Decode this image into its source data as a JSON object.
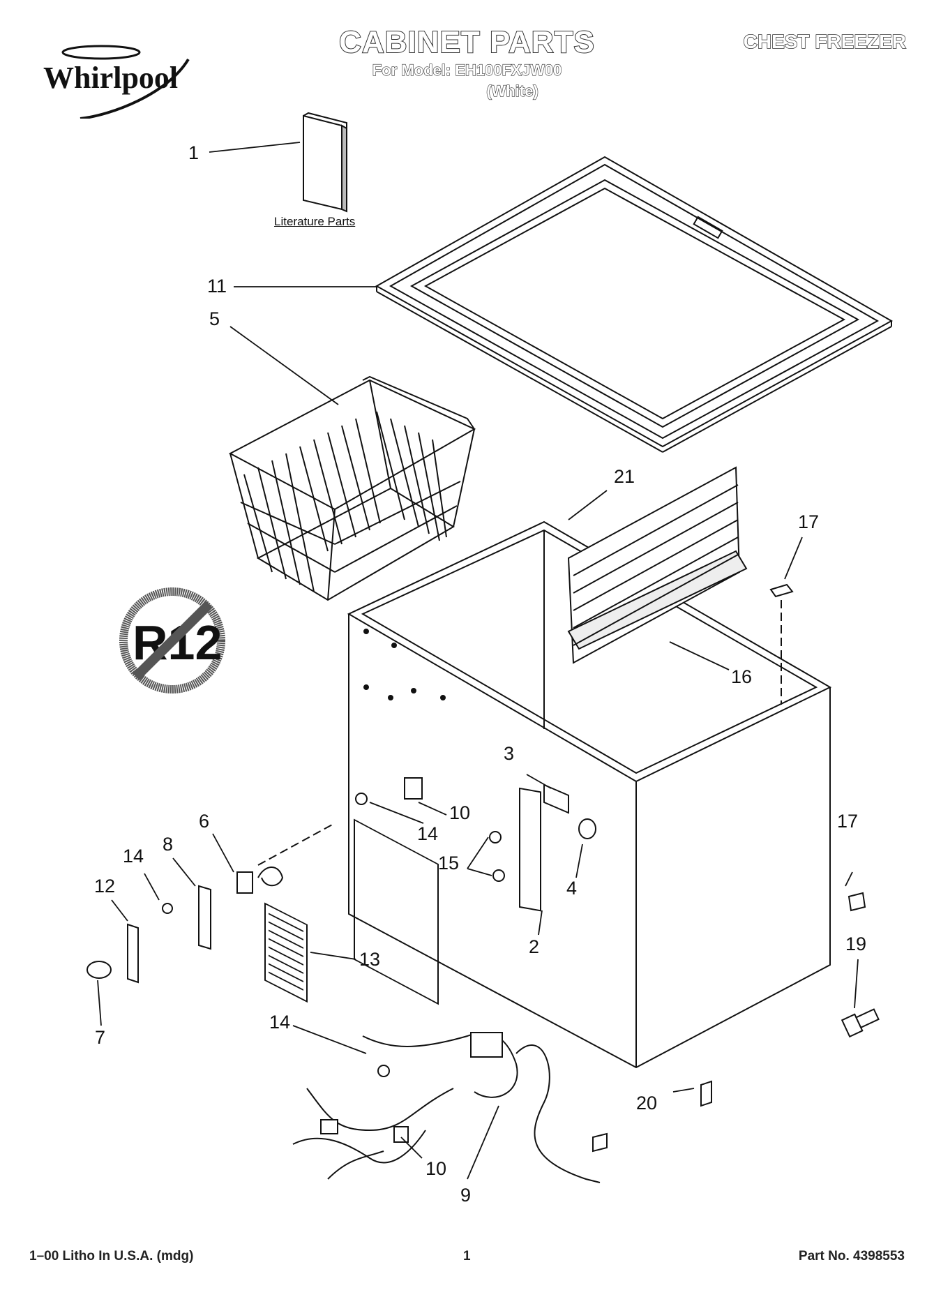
{
  "header": {
    "title": "CABINET PARTS",
    "model_line": "For Model: EH100FXJW00",
    "variant": "(White)",
    "product": "CHEST FREEZER",
    "brand": "Whirlpool"
  },
  "literature_label": "Literature Parts",
  "callouts": {
    "c1": "1",
    "c11": "11",
    "c5": "5",
    "c21": "21",
    "c17a": "17",
    "c16": "16",
    "c3": "3",
    "c10a": "10",
    "c14a": "14",
    "c6": "6",
    "c8": "8",
    "c14b": "14",
    "c12": "12",
    "c15": "15",
    "c4": "4",
    "c17b": "17",
    "c2": "2",
    "c13": "13",
    "c19": "19",
    "c7": "7",
    "c14c": "14",
    "c20": "20",
    "c10b": "10",
    "c9": "9"
  },
  "badge_text": "R12",
  "footer": {
    "left": "1–00 Litho In U.S.A. (mdg)",
    "center": "1",
    "right": "Part No. 4398553"
  }
}
